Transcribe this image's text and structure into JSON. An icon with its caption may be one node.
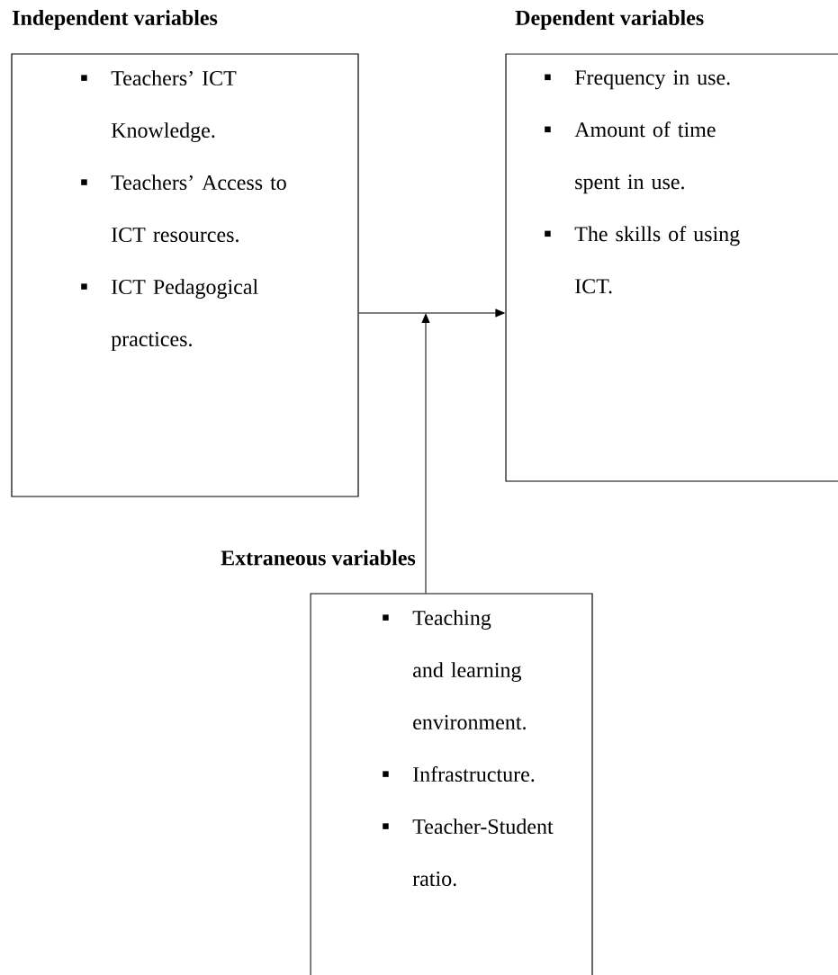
{
  "diagram": {
    "nodes": [
      {
        "text": [
          "Independent variables",
          "Teachers’ ICT Knowledge.",
          "Teachers’ Access to ICT resources.",
          "ICT Pedagogical practices."
        ]
      },
      {
        "text": [
          "Dependent variables",
          "Frequency in use.",
          "Amount of time spent in use.",
          "The skills of using ICT."
        ]
      },
      {
        "text": [
          "Extraneous variables",
          "Teaching and learning environment.",
          "Infrastructure.",
          "Teacher-Student ratio."
        ]
      }
    ],
    "edges": [
      {
        "from": 0,
        "to": 1,
        "arrow": "to"
      },
      {
        "from": 2,
        "to": null,
        "arrow": "to"
      }
    ]
  }
}
